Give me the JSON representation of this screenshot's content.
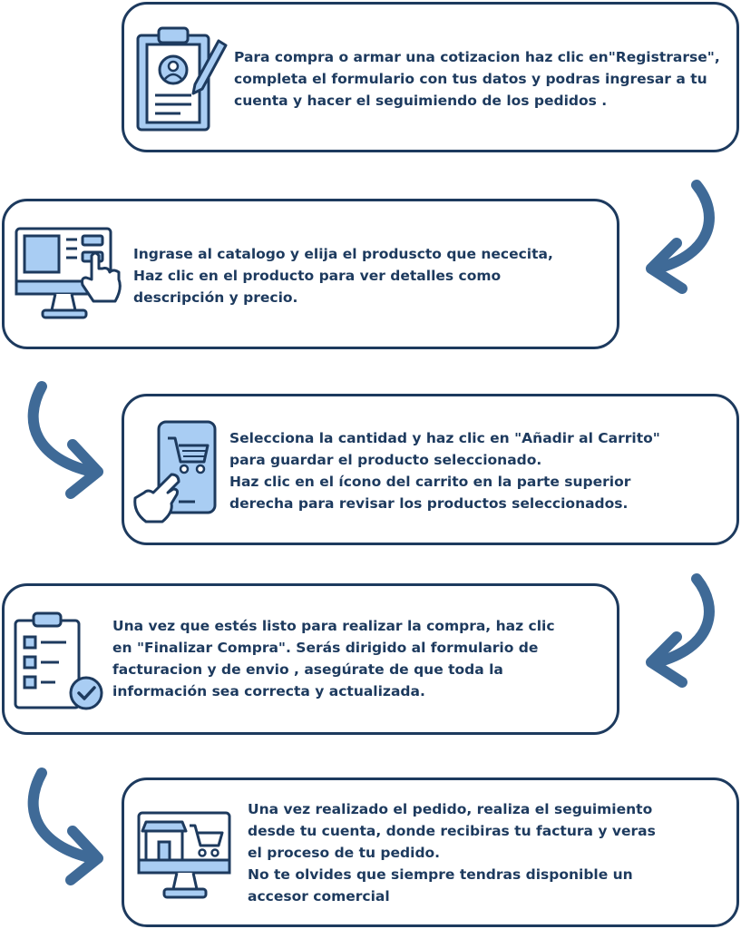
{
  "steps": [
    {
      "text": "Para compra o armar una cotizacion haz clic en\"Registrarse\",\ncompleta el formulario con tus datos y podras ingresar a tu\ncuenta y hacer el seguimiendo de los pedidos .",
      "icon": "clipboard-profile-icon"
    },
    {
      "text": "Ingrase al catalogo y elija el produscto que nececita,\nHaz clic en el producto para ver detalles como\ndescripción y precio.",
      "icon": "monitor-click-icon"
    },
    {
      "text": "Selecciona la cantidad y haz clic en \"Añadir al Carrito\"\npara guardar el producto seleccionado.\nHaz clic en el ícono del carrito en la parte superior\nderecha para revisar los productos seleccionados.",
      "icon": "phone-cart-icon"
    },
    {
      "text": "Una vez que estés listo para realizar la compra, haz clic\nen \"Finalizar Compra\". Serás dirigido al formulario de\nfacturacion y de envio , asegúrate de que toda la\ninformación sea correcta y actualizada.",
      "icon": "checklist-icon"
    },
    {
      "text": "Una vez realizado el pedido, realiza el seguimiento\ndesde tu cuenta, donde recibiras tu factura y veras\nel proceso de tu pedido.\nNo te olvides que siempre tendras disponible un\naccesor comercial",
      "icon": "monitor-store-icon"
    }
  ],
  "colors": {
    "dark": "#1d3a5e",
    "light": "#a9cdf3",
    "arrow": "#3f6a97"
  }
}
